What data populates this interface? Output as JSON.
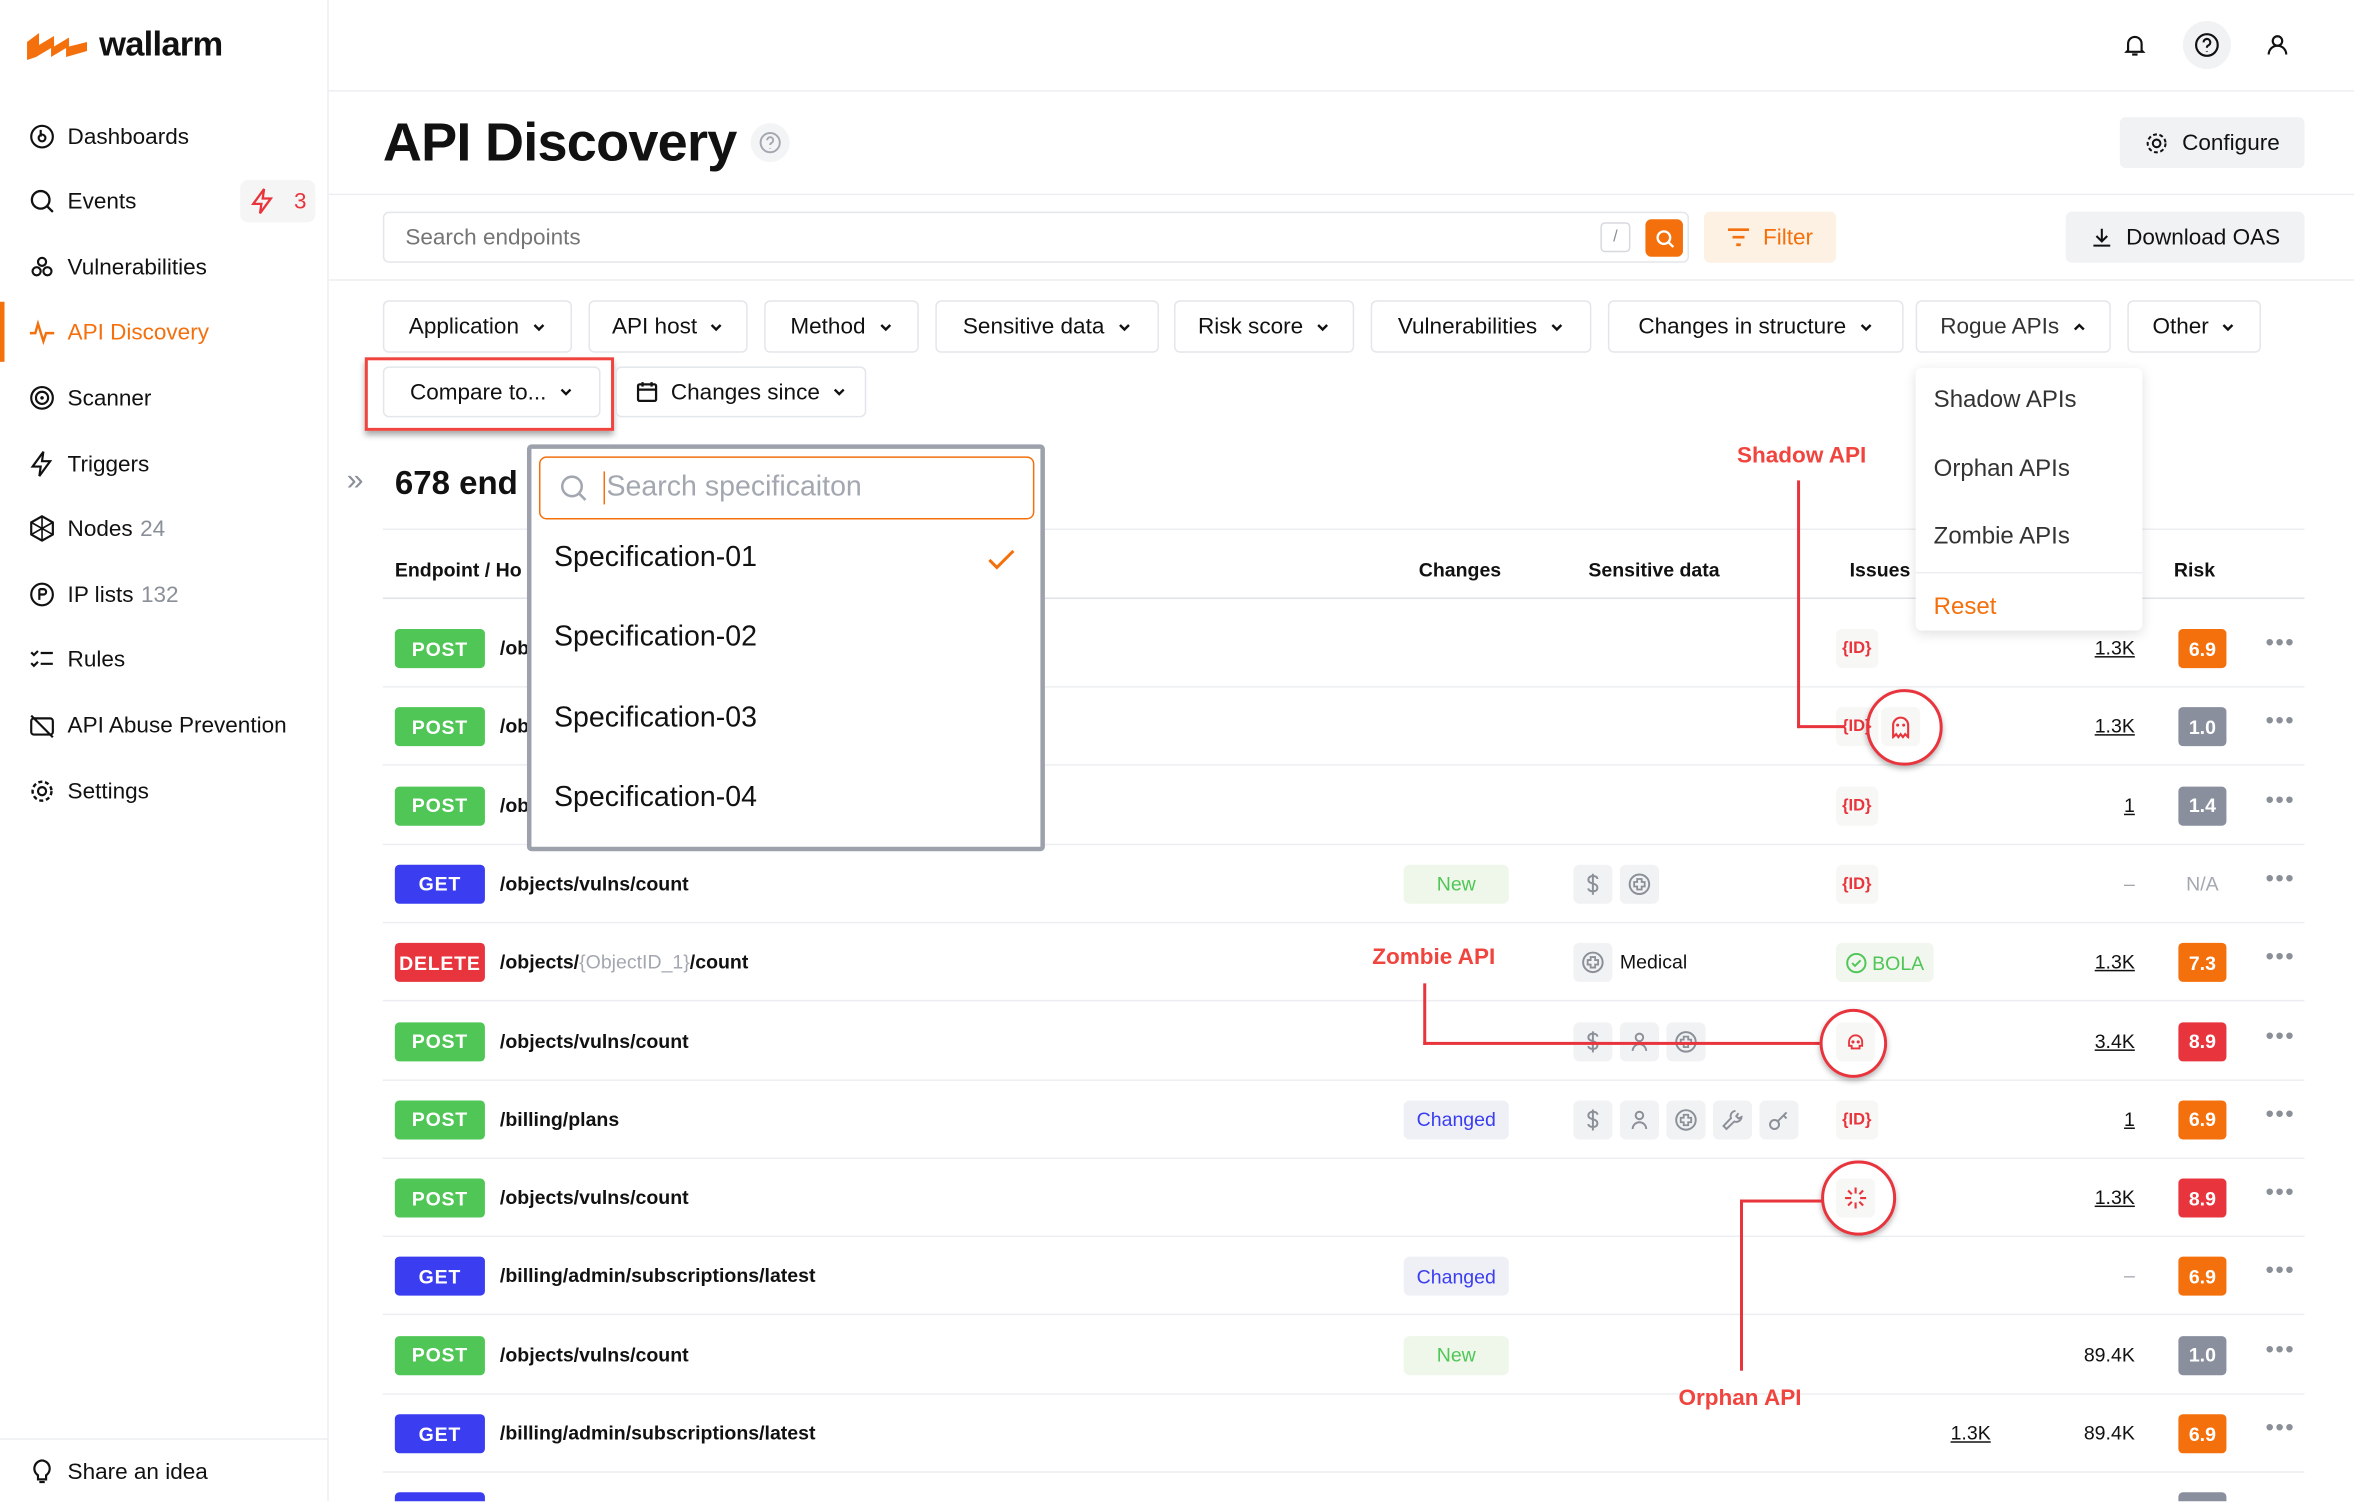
{
  "brand": {
    "name": "wallarm",
    "accent": "#f4700d"
  },
  "sidebar": {
    "items": [
      {
        "label": "Dashboards",
        "icon": "dashboard-icon"
      },
      {
        "label": "Events",
        "icon": "search-icon",
        "badge": "3"
      },
      {
        "label": "Vulnerabilities",
        "icon": "biohazard-icon"
      },
      {
        "label": "API Discovery",
        "icon": "pulse-icon",
        "active": true
      },
      {
        "label": "Scanner",
        "icon": "scanner-icon"
      },
      {
        "label": "Triggers",
        "icon": "bolt-icon"
      },
      {
        "label": "Nodes",
        "icon": "nodes-icon",
        "count": "24"
      },
      {
        "label": "IP lists",
        "icon": "ip-icon",
        "count": "132"
      },
      {
        "label": "Rules",
        "icon": "rules-icon"
      },
      {
        "label": "API Abuse Prevention",
        "icon": "bot-icon"
      },
      {
        "label": "Settings",
        "icon": "gear-icon"
      }
    ],
    "share": "Share an idea"
  },
  "header": {
    "title": "API Discovery",
    "configure": "Configure"
  },
  "search": {
    "placeholder": "Search endpoints",
    "shortcut": "/",
    "filter": "Filter",
    "download": "Download OAS"
  },
  "filters": [
    "Application",
    "API host",
    "Method",
    "Sensitive data",
    "Risk score",
    "Vulnerabilities",
    "Changes in structure",
    "Rogue APIs",
    "Other"
  ],
  "compare": "Compare to...",
  "changes_since": "Changes since",
  "rogue_menu": {
    "items": [
      "Shadow APIs",
      "Orphan APIs",
      "Zombie APIs"
    ],
    "reset": "Reset"
  },
  "spec_menu": {
    "placeholder": "Search specificaiton",
    "items": [
      "Specification-01",
      "Specification-02",
      "Specification-03",
      "Specification-04"
    ],
    "selected": "Specification-01"
  },
  "summary": "678 end",
  "table": {
    "headers": {
      "endpoint": "Endpoint / Ho",
      "changes": "Changes",
      "sensitive": "Sensitive data",
      "issues": "Issues",
      "risk": "Risk"
    },
    "rows": [
      {
        "method": "POST",
        "path": "/ob",
        "issues": [
          "id"
        ],
        "hits": "1.3K",
        "hits_u": true,
        "risk": "6.9",
        "level": "orange"
      },
      {
        "method": "POST",
        "path": "/ob",
        "issues": [
          "id",
          "ghost"
        ],
        "hits": "1.3K",
        "hits_u": true,
        "risk": "1.0",
        "level": "gray"
      },
      {
        "method": "POST",
        "path": "/ob",
        "issues": [
          "id"
        ],
        "hits": "1",
        "hits_u": true,
        "risk": "1.4",
        "level": "gray"
      },
      {
        "method": "GET",
        "path": "/objects/vulns/count",
        "change": "New",
        "sensitive": [
          "dollar",
          "medical"
        ],
        "issues": [
          "id"
        ],
        "hits": "–",
        "risk": "N/A",
        "level": "na"
      },
      {
        "method": "DELETE",
        "path": "/objects/",
        "param": "{ObjectID_1}",
        "path_end": "/count",
        "sensitive": [
          "medical"
        ],
        "sensitive_label": "Medical",
        "issues": [
          "bola"
        ],
        "bola": "BOLA",
        "hits": "1.3K",
        "hits_u": true,
        "risk": "7.3",
        "level": "orange"
      },
      {
        "method": "POST",
        "path": "/objects/vulns/count",
        "sensitive": [
          "dollar",
          "user",
          "medical"
        ],
        "issues": [
          "skull"
        ],
        "hits": "3.4K",
        "hits_u": true,
        "risk": "8.9",
        "level": "red"
      },
      {
        "method": "POST",
        "path": "/billing/plans",
        "change": "Changed",
        "sensitive": [
          "dollar",
          "user",
          "medical",
          "wrench",
          "key"
        ],
        "issues": [
          "id"
        ],
        "hits": "1",
        "hits_u": true,
        "risk": "6.9",
        "level": "orange"
      },
      {
        "method": "POST",
        "path": "/objects/vulns/count",
        "issues": [
          "orphan"
        ],
        "hits": "1.3K",
        "hits_u": true,
        "risk": "8.9",
        "level": "red"
      },
      {
        "method": "GET",
        "path": "/billing/admin/subscriptions/latest",
        "change": "Changed",
        "hits": "–",
        "risk": "6.9",
        "level": "orange"
      },
      {
        "method": "POST",
        "path": "/objects/vulns/count",
        "change": "New",
        "hits": "89.4K",
        "risk": "1.0",
        "level": "gray"
      },
      {
        "method": "GET",
        "path": "/billing/admin/subscriptions/latest",
        "hits2": "1.3K",
        "hits": "89.4K",
        "risk": "6.9",
        "level": "orange"
      },
      {
        "method": "GET",
        "path": "",
        "risk": "",
        "level": "gray"
      }
    ]
  },
  "annotations": {
    "shadow": "Shadow API",
    "zombie": "Zombie API",
    "orphan": "Orphan API"
  },
  "colors": {
    "post": "#4fc656",
    "get": "#3a3df0",
    "delete": "#e8343c",
    "orange": "#f4700d",
    "red": "#e8343c",
    "gray": "#8a8f9e",
    "annotation": "#e8343c"
  }
}
